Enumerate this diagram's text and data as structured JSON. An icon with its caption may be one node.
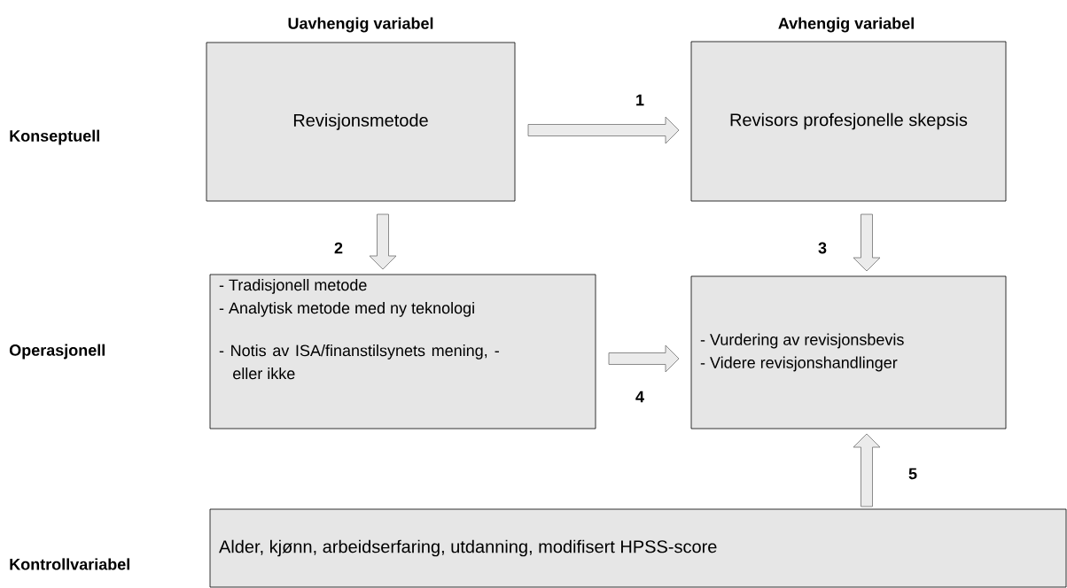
{
  "diagram": {
    "nodes": [
      {
        "text": [
          "Revisjonsmetode"
        ]
      },
      {
        "text": [
          "Revisors profesjonelle skepsis"
        ]
      },
      {
        "text": [
          "- Tradisjonell metode",
          "- Analytisk metode med ny teknologi",
          "- Notis av ISA/finanstilsynets mening, - eller ikke"
        ]
      },
      {
        "text": [
          "- Vurdering av revisjonsbevis",
          "- Videre revisjonshandlinger"
        ]
      },
      {
        "text": [
          "Alder, kjønn, arbeidserfaring, utdanning, modifisert HPSS-score"
        ]
      }
    ],
    "edges": [
      {
        "from": 0,
        "to": 1,
        "arrow": "to",
        "label": "1"
      },
      {
        "from": 0,
        "to": 2,
        "arrow": "to",
        "label": "2"
      },
      {
        "from": 1,
        "to": 3,
        "arrow": "to",
        "label": "3"
      },
      {
        "from": 2,
        "to": 3,
        "arrow": "to",
        "label": "4"
      },
      {
        "from": 4,
        "to": 3,
        "arrow": "to",
        "label": "5"
      }
    ],
    "labels": [
      "Uavhengig variabel",
      "Avhengig variabel",
      "Konseptuell",
      "Operasjonell",
      "Kontrollvariabel"
    ]
  }
}
